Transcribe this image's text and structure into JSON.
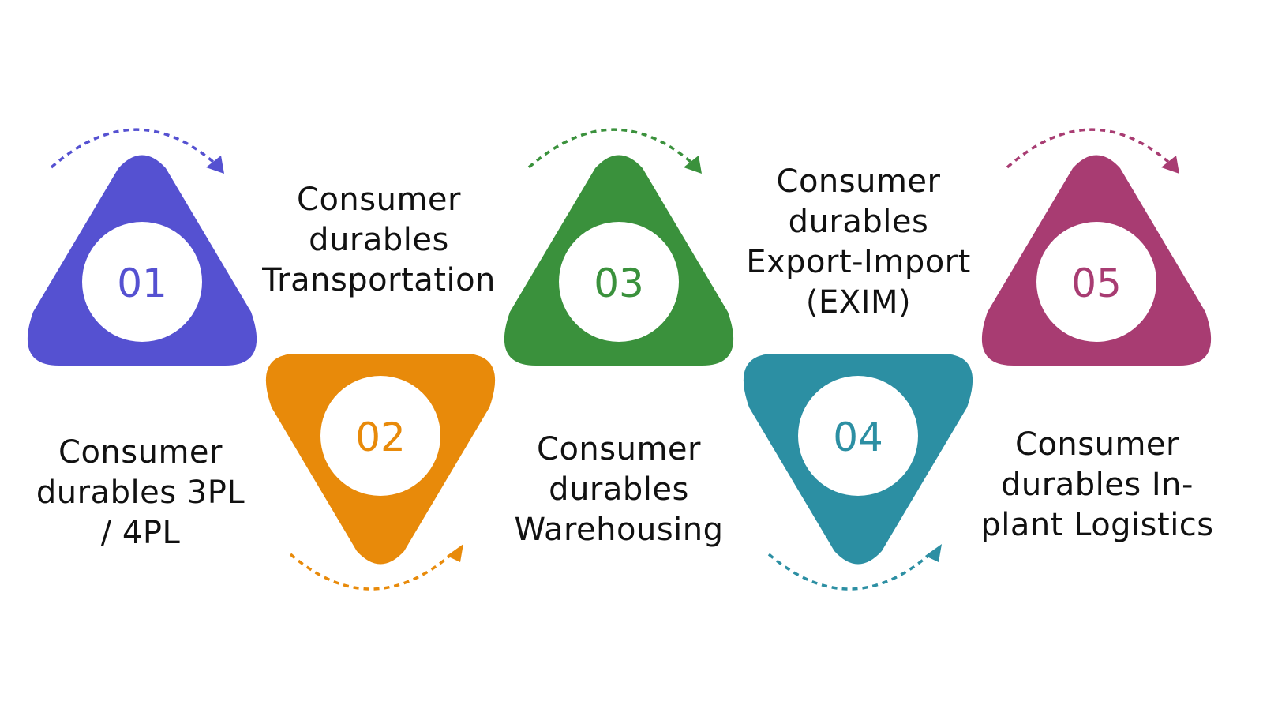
{
  "diagram": {
    "type": "process-steps",
    "steps": [
      {
        "number": "01",
        "label": "Consumer\ndurables 3PL\n/ 4PL",
        "color": "#5551D1",
        "orientation": "up",
        "arrow": "top"
      },
      {
        "number": "02",
        "label": "Consumer\ndurables\nTransportation",
        "color": "#E88A0A",
        "orientation": "down",
        "arrow": "bottom"
      },
      {
        "number": "03",
        "label": "Consumer\ndurables\nWarehousing",
        "color": "#3A913C",
        "orientation": "up",
        "arrow": "top"
      },
      {
        "number": "04",
        "label": "Consumer\ndurables\nExport-Import\n(EXIM)",
        "color": "#2C8FA3",
        "orientation": "down",
        "arrow": "bottom"
      },
      {
        "number": "05",
        "label": "Consumer\ndurables In-\nplant Logistics",
        "color": "#A83C72",
        "orientation": "up",
        "arrow": "top"
      }
    ]
  }
}
